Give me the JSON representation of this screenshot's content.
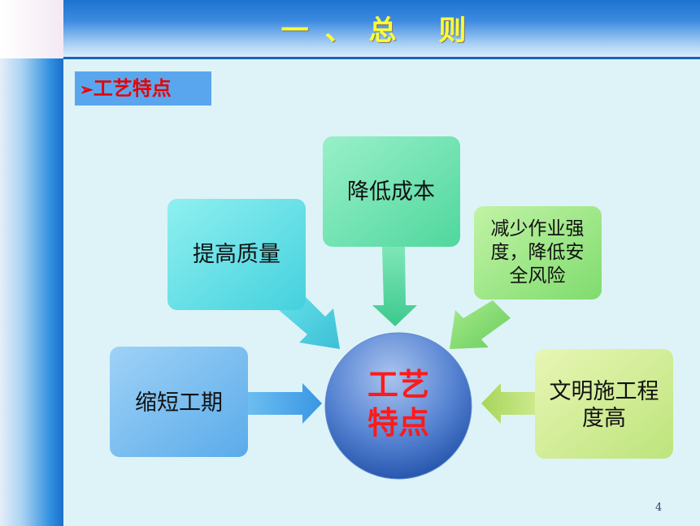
{
  "slide": {
    "title": "一、总 则",
    "section_label": "工艺特点",
    "page_number": "4"
  },
  "diagram": {
    "center": {
      "line1": "工艺",
      "line2": "特点"
    },
    "nodes": [
      {
        "id": "quality",
        "text": "提高质量"
      },
      {
        "id": "cost",
        "text": "降低成本"
      },
      {
        "id": "safety",
        "line1": "减少作业强",
        "line2": "度，降低安",
        "line3": "全风险"
      },
      {
        "id": "schedule",
        "text": "缩短工期"
      },
      {
        "id": "civilized",
        "line1": "文明施工程",
        "line2": "度高"
      }
    ]
  },
  "colors": {
    "title": "#ffff33",
    "section_text": "#e80000",
    "center_text": "#ff1a1a"
  }
}
